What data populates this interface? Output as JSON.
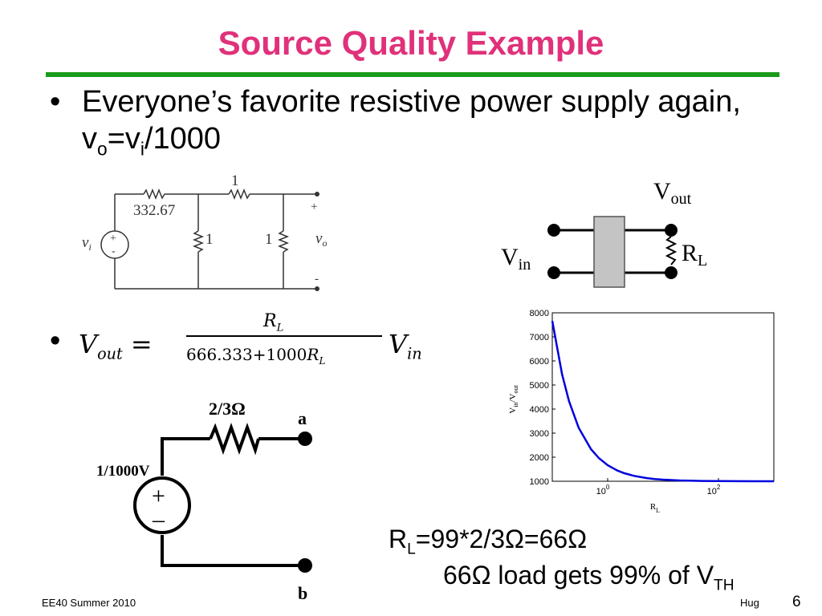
{
  "slide": {
    "title": "Source Quality Example",
    "bullet_glyph": "•",
    "bullet1_text": "Everyone’s favorite resistive power supply again, v",
    "bullet1_sub_o": "o",
    "bullet1_eq": "=v",
    "bullet1_sub_i": "i",
    "bullet1_tail": "/1000"
  },
  "circuit1": {
    "r_series1": "332.67",
    "r_series2": "1",
    "r_shunt1": "1",
    "r_shunt2": "1",
    "source_label": "v",
    "source_sub": "i",
    "output_label": "v",
    "output_sub": "o",
    "plus": "+",
    "minus": "-"
  },
  "equation": {
    "lhs_v": "V",
    "lhs_sub": "out",
    "equals": "=",
    "num_r": "R",
    "num_sub": "L",
    "den_text": "666.333+1000",
    "den_r": "R",
    "den_sub": "L",
    "rhs_v": "V",
    "rhs_sub": "in"
  },
  "twoport": {
    "vout": "V",
    "vout_sub": "out",
    "vin": "V",
    "vin_sub": "in",
    "rl": "R",
    "rl_sub": "L"
  },
  "thevenin": {
    "resistor": "2/3Ω",
    "source": "1/1000V",
    "node_a": "a",
    "node_b": "b",
    "plus": "+",
    "minus": "–"
  },
  "conclusion": {
    "line1_r": "R",
    "line1_sub": "L",
    "line1_rest": "=99*2/3Ω=66Ω",
    "line2_text": "66Ω load gets 99% of V",
    "line2_sub": "TH"
  },
  "footer": {
    "course": "EE40 Summer 2010",
    "author": "Hug",
    "page": "6"
  },
  "chart_data": {
    "type": "line",
    "title": "",
    "xlabel": "R",
    "xlabel_sub": "L",
    "ylabel": "V",
    "ylabel_sub1": "in",
    "ylabel_mid": "/V",
    "ylabel_sub2": "out",
    "x_scale": "log",
    "xlim": [
      0.1,
      1000
    ],
    "ylim": [
      1000,
      8000
    ],
    "yticks": [
      "1000",
      "2000",
      "3000",
      "4000",
      "5000",
      "6000",
      "7000",
      "8000"
    ],
    "xticks": [
      {
        "base": "10",
        "exp": "0",
        "value": 1
      },
      {
        "base": "10",
        "exp": "2",
        "value": 100
      }
    ],
    "series": [
      {
        "color": "#0000dd",
        "x": [
          0.1,
          0.15,
          0.2,
          0.3,
          0.5,
          0.7,
          1,
          1.5,
          2,
          3,
          5,
          7,
          10,
          20,
          50,
          100,
          200,
          500,
          1000
        ],
        "y": [
          7663,
          5443,
          4332,
          3221,
          2333,
          1952,
          1666,
          1444,
          1333,
          1222,
          1133,
          1095,
          1067,
          1033,
          1013,
          1007,
          1003,
          1001,
          1001
        ]
      }
    ],
    "grid": false
  }
}
